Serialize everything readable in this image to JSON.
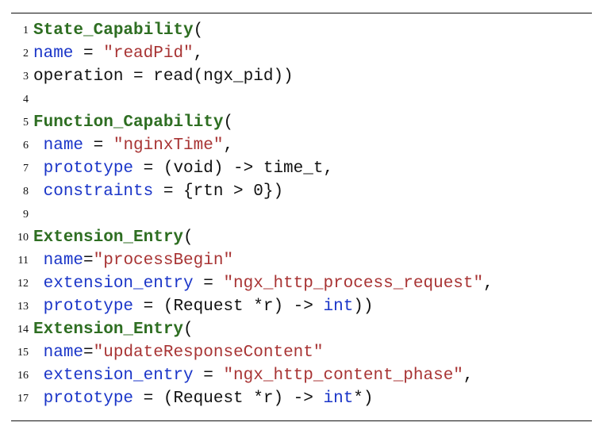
{
  "lines": [
    {
      "n": "1",
      "tokens": [
        {
          "t": "kw",
          "v": "State_Capability"
        },
        {
          "t": "pl",
          "v": "("
        }
      ]
    },
    {
      "n": "2",
      "tokens": [
        {
          "t": "key",
          "v": "name"
        },
        {
          "t": "pl",
          "v": " = "
        },
        {
          "t": "str",
          "v": "\"readPid\""
        },
        {
          "t": "pl",
          "v": ","
        }
      ]
    },
    {
      "n": "3",
      "tokens": [
        {
          "t": "pl",
          "v": "operation = read(ngx_pid))"
        }
      ]
    },
    {
      "n": "4",
      "tokens": []
    },
    {
      "n": "5",
      "tokens": [
        {
          "t": "kw",
          "v": "Function_Capability"
        },
        {
          "t": "pl",
          "v": "("
        }
      ]
    },
    {
      "n": "6",
      "tokens": [
        {
          "t": "pl",
          "v": " "
        },
        {
          "t": "key",
          "v": "name"
        },
        {
          "t": "pl",
          "v": " = "
        },
        {
          "t": "str",
          "v": "\"nginxTime\""
        },
        {
          "t": "pl",
          "v": ","
        }
      ]
    },
    {
      "n": "7",
      "tokens": [
        {
          "t": "pl",
          "v": " "
        },
        {
          "t": "key",
          "v": "prototype"
        },
        {
          "t": "pl",
          "v": " = (void) -> time_t,"
        }
      ]
    },
    {
      "n": "8",
      "tokens": [
        {
          "t": "pl",
          "v": " "
        },
        {
          "t": "key",
          "v": "constraints"
        },
        {
          "t": "pl",
          "v": " = {rtn > 0})"
        }
      ]
    },
    {
      "n": "9",
      "tokens": []
    },
    {
      "n": "10",
      "tokens": [
        {
          "t": "kw",
          "v": "Extension_Entry"
        },
        {
          "t": "pl",
          "v": "("
        }
      ]
    },
    {
      "n": "11",
      "tokens": [
        {
          "t": "pl",
          "v": " "
        },
        {
          "t": "key",
          "v": "name"
        },
        {
          "t": "pl",
          "v": "="
        },
        {
          "t": "str",
          "v": "\"processBegin\""
        }
      ]
    },
    {
      "n": "12",
      "tokens": [
        {
          "t": "pl",
          "v": " "
        },
        {
          "t": "key",
          "v": "extension_entry"
        },
        {
          "t": "pl",
          "v": " = "
        },
        {
          "t": "str",
          "v": "\"ngx_http_process_request\""
        },
        {
          "t": "pl",
          "v": ","
        }
      ]
    },
    {
      "n": "13",
      "tokens": [
        {
          "t": "pl",
          "v": " "
        },
        {
          "t": "key",
          "v": "prototype"
        },
        {
          "t": "pl",
          "v": " = (Request *r) -> "
        },
        {
          "t": "ty",
          "v": "int"
        },
        {
          "t": "pl",
          "v": "))"
        }
      ]
    },
    {
      "n": "14",
      "tokens": [
        {
          "t": "kw",
          "v": "Extension_Entry"
        },
        {
          "t": "pl",
          "v": "("
        }
      ]
    },
    {
      "n": "15",
      "tokens": [
        {
          "t": "pl",
          "v": " "
        },
        {
          "t": "key",
          "v": "name"
        },
        {
          "t": "pl",
          "v": "="
        },
        {
          "t": "str",
          "v": "\"updateResponseContent\""
        }
      ]
    },
    {
      "n": "16",
      "tokens": [
        {
          "t": "pl",
          "v": " "
        },
        {
          "t": "key",
          "v": "extension_entry"
        },
        {
          "t": "pl",
          "v": " = "
        },
        {
          "t": "str",
          "v": "\"ngx_http_content_phase\""
        },
        {
          "t": "pl",
          "v": ","
        }
      ]
    },
    {
      "n": "17",
      "tokens": [
        {
          "t": "pl",
          "v": " "
        },
        {
          "t": "key",
          "v": "prototype"
        },
        {
          "t": "pl",
          "v": " = (Request *r) -> "
        },
        {
          "t": "ty",
          "v": "int"
        },
        {
          "t": "pl",
          "v": "*)"
        }
      ]
    }
  ]
}
